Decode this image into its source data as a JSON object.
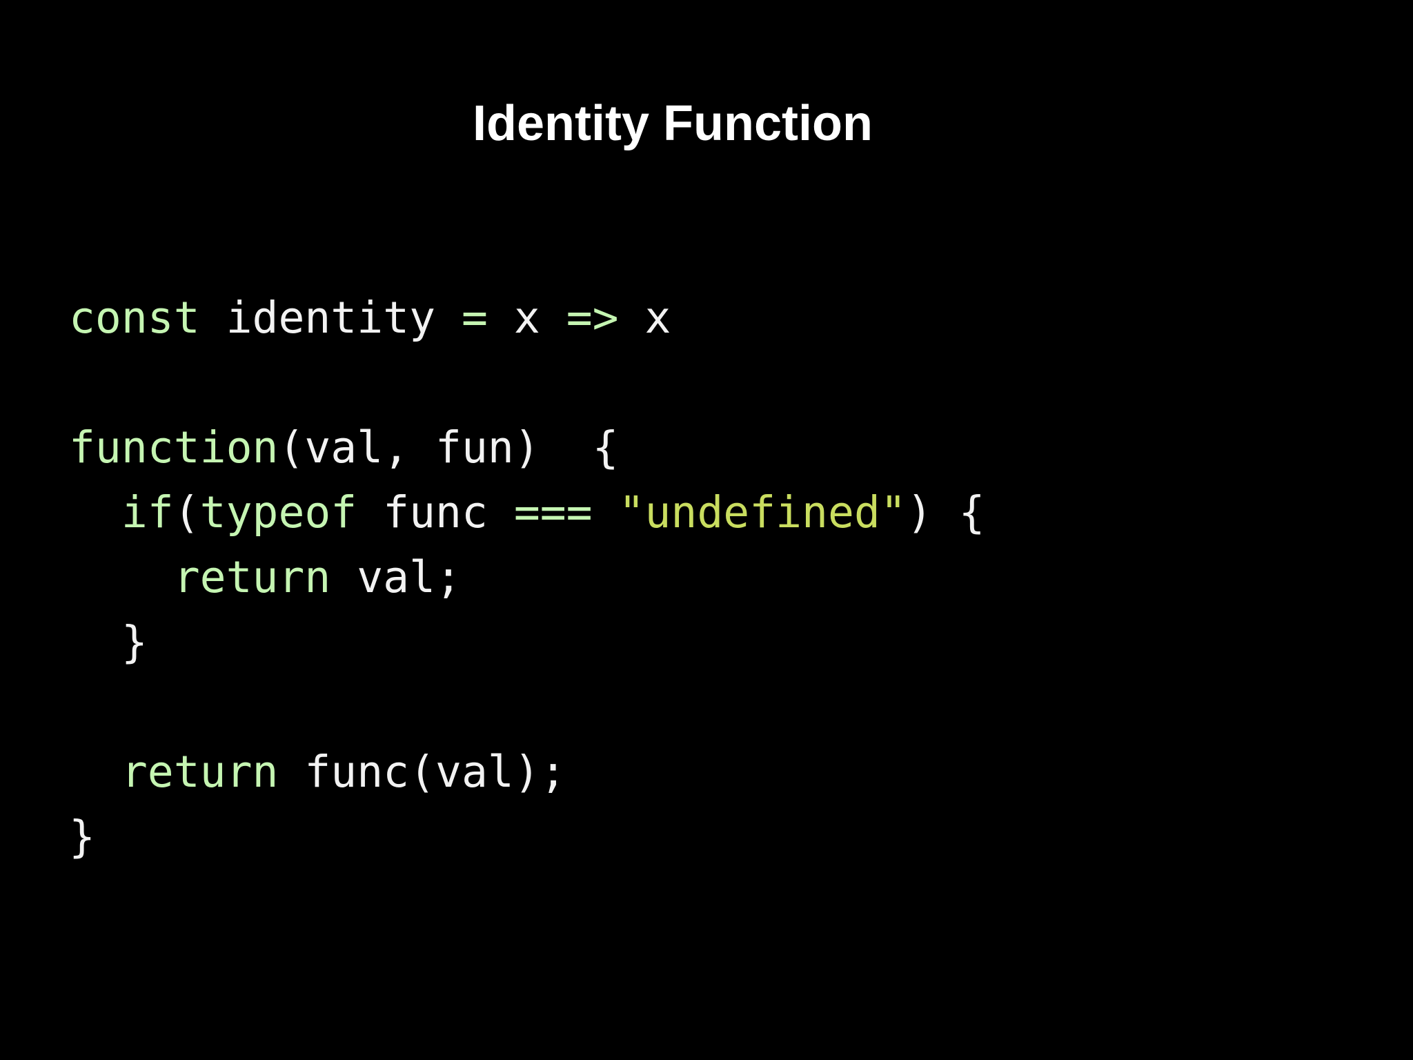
{
  "slide": {
    "title": "Identity Function"
  },
  "code": {
    "lines": [
      {
        "tokens": [
          {
            "text": "const",
            "kind": "kw"
          },
          {
            "text": " identity ",
            "kind": "plain"
          },
          {
            "text": "=",
            "kind": "kw"
          },
          {
            "text": " x ",
            "kind": "plain"
          },
          {
            "text": "=>",
            "kind": "kw"
          },
          {
            "text": " x",
            "kind": "plain"
          }
        ]
      },
      {
        "tokens": []
      },
      {
        "tokens": [
          {
            "text": "function",
            "kind": "kw"
          },
          {
            "text": "(val, fun)  {",
            "kind": "plain"
          }
        ]
      },
      {
        "tokens": [
          {
            "text": "  ",
            "kind": "plain"
          },
          {
            "text": "if",
            "kind": "kw"
          },
          {
            "text": "(",
            "kind": "plain"
          },
          {
            "text": "typeof",
            "kind": "kw"
          },
          {
            "text": " func ",
            "kind": "plain"
          },
          {
            "text": "===",
            "kind": "kw"
          },
          {
            "text": " ",
            "kind": "plain"
          },
          {
            "text": "\"undefined\"",
            "kind": "str"
          },
          {
            "text": ") {",
            "kind": "plain"
          }
        ]
      },
      {
        "tokens": [
          {
            "text": "    ",
            "kind": "plain"
          },
          {
            "text": "return",
            "kind": "kw"
          },
          {
            "text": " val;",
            "kind": "plain"
          }
        ]
      },
      {
        "tokens": [
          {
            "text": "  }",
            "kind": "plain"
          }
        ]
      },
      {
        "tokens": []
      },
      {
        "tokens": [
          {
            "text": "  ",
            "kind": "plain"
          },
          {
            "text": "return",
            "kind": "kw"
          },
          {
            "text": " func(val);",
            "kind": "plain"
          }
        ]
      },
      {
        "tokens": [
          {
            "text": "}",
            "kind": "plain"
          }
        ]
      }
    ]
  },
  "colors": {
    "background": "#000000",
    "title": "#ffffff",
    "keyword": "#c5f5b2",
    "string": "#c9dd5f",
    "plain": "#f2f2f2"
  }
}
